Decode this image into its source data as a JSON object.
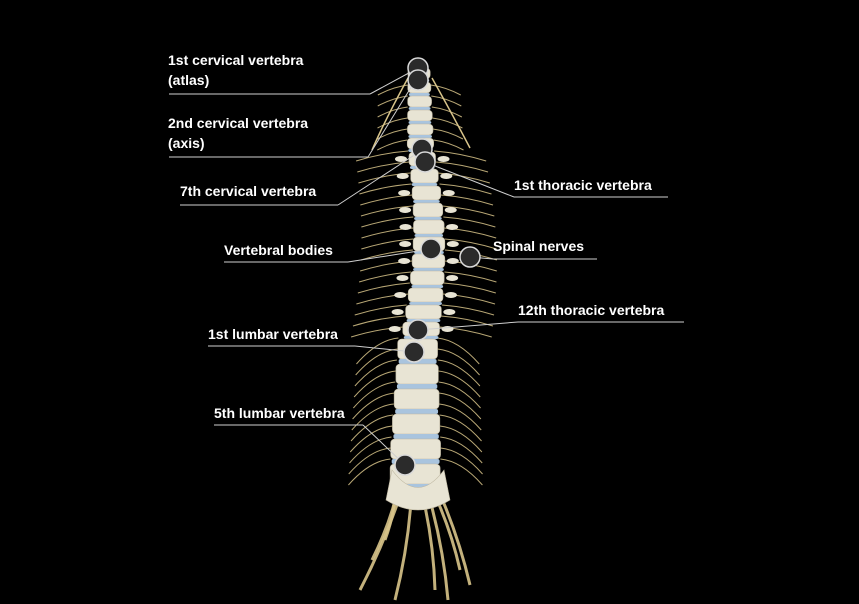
{
  "colors": {
    "background": "#000000",
    "label_text": "#ffffff",
    "leader_line": "#cfcfcf",
    "marker_fill": "#2b2b2b",
    "marker_stroke": "#d9d9d9",
    "bone": "#e8e4d4",
    "disc": "#a9c4de",
    "nerve": "#d8c48a"
  },
  "labels": {
    "c1_line1": "1st cervical vertebra",
    "c1_line2": "(atlas)",
    "c2_line1": "2nd cervical vertebra",
    "c2_line2": "(axis)",
    "c7": "7th cervical vertebra",
    "t1": "1st thoracic vertebra",
    "bodies": "Vertebral bodies",
    "nerves": "Spinal nerves",
    "t12": "12th thoracic vertebra",
    "l1": "1st lumbar vertebra",
    "l5": "5th lumbar vertebra"
  }
}
